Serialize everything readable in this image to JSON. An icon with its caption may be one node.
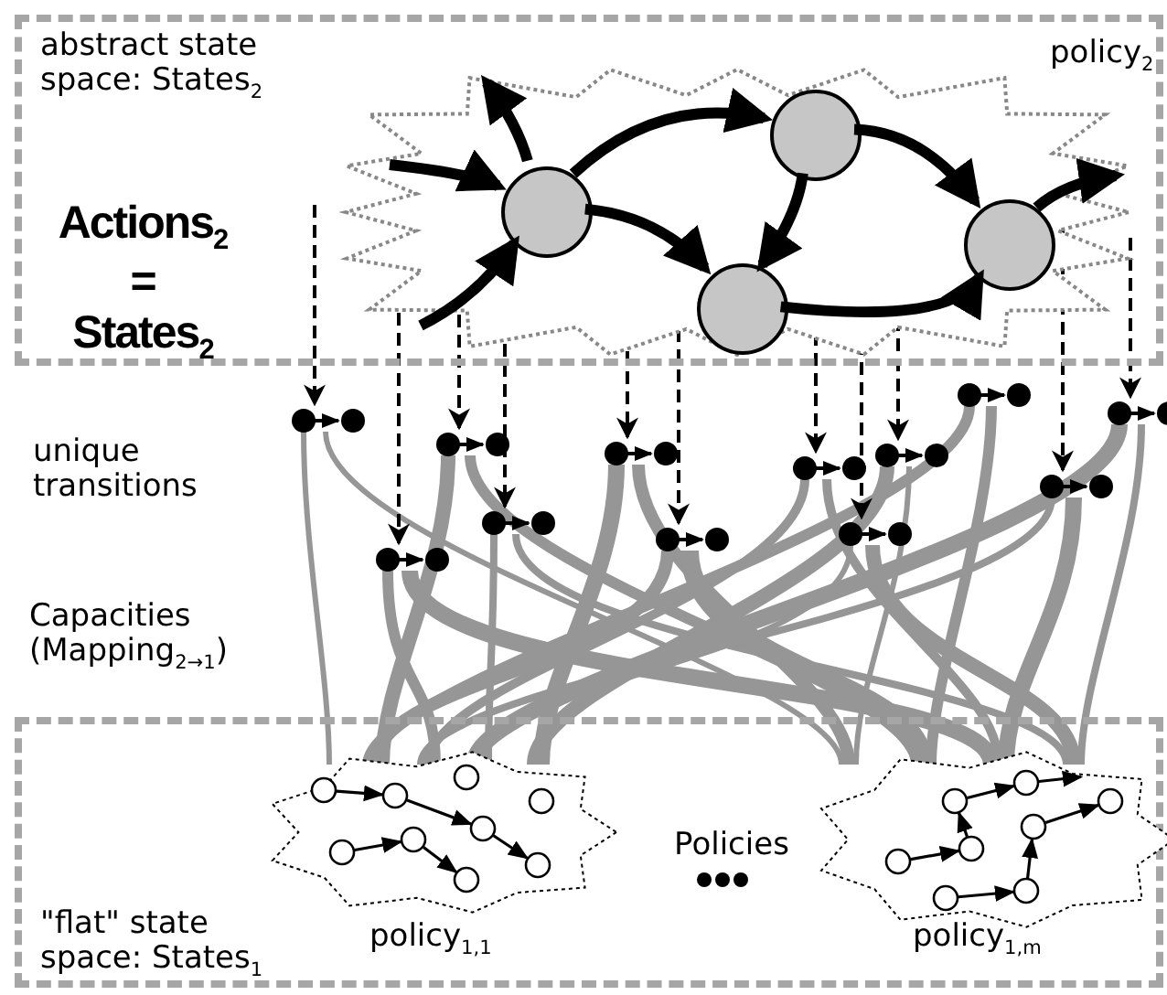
{
  "diagram": {
    "nodes": [
      {
        "text": [
          "abstract state space: States$_{2}$",
          "Actions$_{2}$ = States$_{2}$"
        ]
      },
      {
        "text": [
          "policy$_{2}$"
        ],
        "in": 0
      },
      {
        "text": [],
        "shape": "circle",
        "in": 1
      },
      {
        "text": [],
        "shape": "circle",
        "in": 1
      },
      {
        "text": [],
        "shape": "circle",
        "in": 1
      },
      {
        "text": [],
        "shape": "circle",
        "in": 1
      },
      {
        "text": [
          "\"flat\" state space: States$_{1}$"
        ]
      },
      {
        "text": [
          "policy$_{1,1}$"
        ],
        "in": 6
      },
      {
        "text": [
          "policy$_{1,m}$"
        ],
        "in": 6
      }
    ],
    "edges": [
      {
        "from": null,
        "to": 2,
        "arrow": "to"
      },
      {
        "from": null,
        "to": 2,
        "arrow": "to"
      },
      {
        "from": 2,
        "to": 3,
        "arrow": "to"
      },
      {
        "from": 2,
        "to": 4,
        "arrow": "to"
      },
      {
        "from": 3,
        "to": 4,
        "arrow": "to"
      },
      {
        "from": 3,
        "to": 5,
        "arrow": "to"
      },
      {
        "from": 4,
        "to": 5,
        "arrow": "to"
      },
      {
        "from": 2,
        "to": null,
        "arrow": "to"
      },
      {
        "from": 5,
        "to": null,
        "arrow": "to"
      }
    ],
    "labels": [
      "unique transitions",
      "Capacities (Mapping$_{2→1}$)",
      "Policies"
    ]
  }
}
